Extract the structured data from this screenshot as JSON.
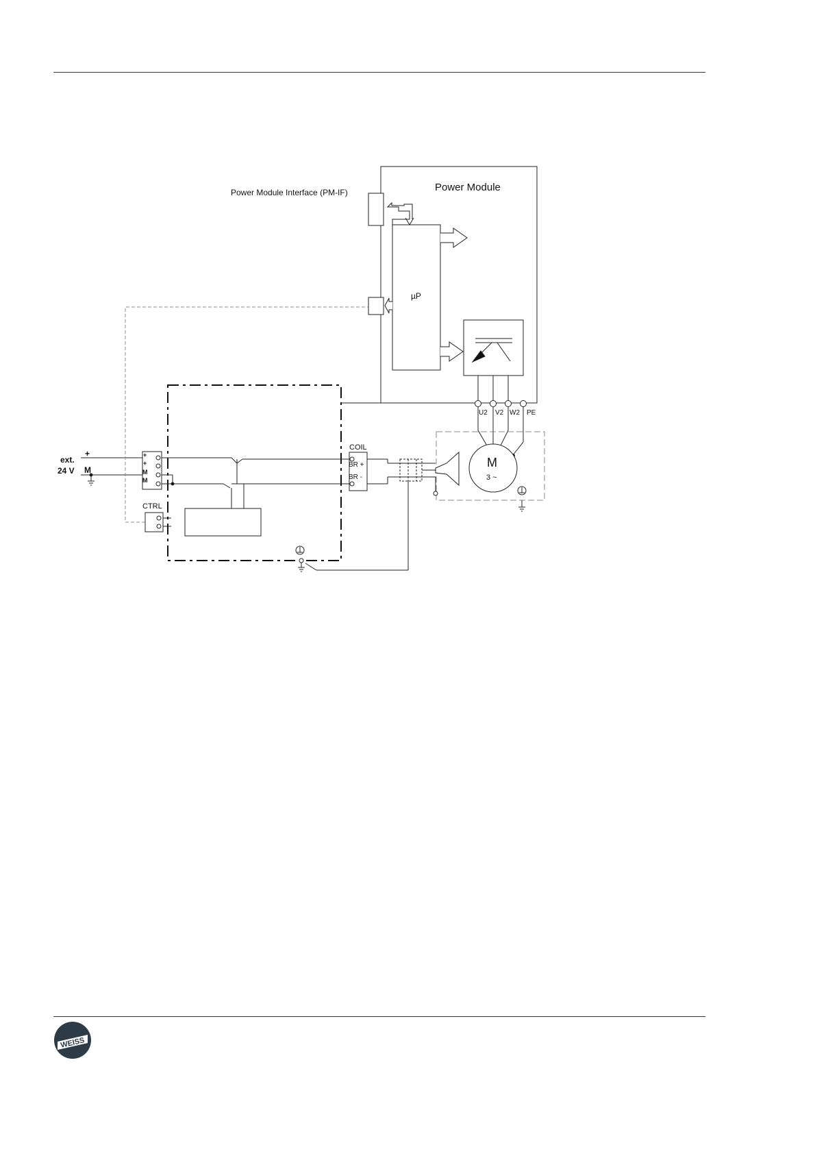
{
  "header": {},
  "diagram": {
    "power_module_title": "Power Module",
    "pm_interface_label": "Power Module Interface (PM-IF)",
    "microprocessor_label": "µP",
    "terminals": {
      "u2": "U2",
      "v2": "V2",
      "w2": "W2",
      "pe": "PE"
    },
    "motor_letter": "M",
    "motor_phase": "3 ~",
    "coil_label": "COIL",
    "br_plus": "BR +",
    "br_minus": "BR -",
    "ctrl_label": "CTRL",
    "supply_ext": "ext.",
    "supply_24v": "24 V",
    "supply_plus": "+",
    "supply_m": "M",
    "connector_plus": "+",
    "connector_m": "M"
  },
  "footer": {
    "logo_text": "WEISS",
    "logo_color": "#2d3b47"
  }
}
